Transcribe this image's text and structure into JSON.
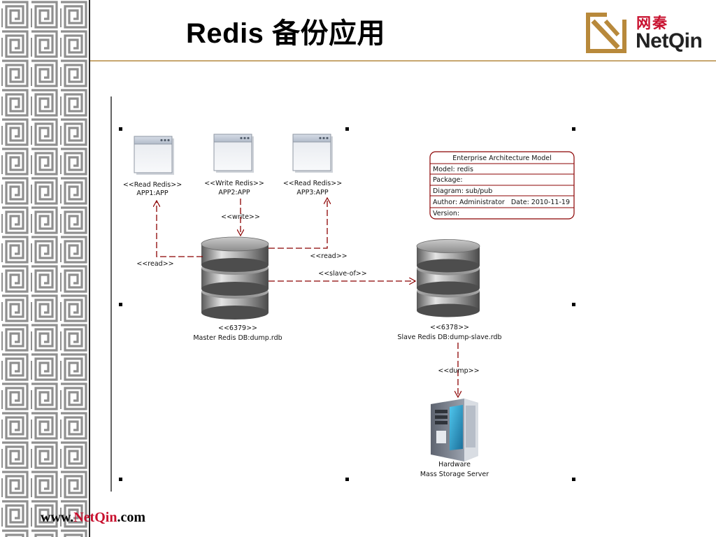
{
  "slide": {
    "title": "Redis 备份应用",
    "logo_cn": "网秦",
    "logo_en": "NetQin",
    "footer_prefix": "www.",
    "footer_brand": "NetQin",
    "footer_suffix": ".com"
  },
  "diagram": {
    "apps": [
      {
        "stereotype": "<<Read Redis>>",
        "name": "APP1:APP"
      },
      {
        "stereotype": "<<Write Redis>>",
        "name": "APP2:APP"
      },
      {
        "stereotype": "<<Read Redis>>",
        "name": "APP3:APP"
      }
    ],
    "master": {
      "stereotype": "<<6379>>",
      "name": "Master Redis DB:dump.rdb"
    },
    "slave": {
      "stereotype": "<<6378>>",
      "name": "Slave Redis DB:dump-slave.rdb"
    },
    "hardware": {
      "line1": "Hardware",
      "line2": "Mass Storage Server"
    },
    "edges": {
      "write": "<<write>>",
      "read_left": "<<read>>",
      "read_right": "<<read>>",
      "slave_of": "<<slave-of>>",
      "dump": "<<dump>>"
    },
    "info_box": {
      "header": "Enterprise Architecture Model",
      "rows": [
        "Model: redis",
        "Package:",
        "Diagram: sub/pub",
        "Author: Administrator   Date: 2010-11-19",
        "Version:"
      ]
    }
  },
  "colors": {
    "accent_red": "#c8102e",
    "edge_red": "#8b0000",
    "rule_gold": "#c7a66f",
    "logo_gold": "#b8893b"
  }
}
